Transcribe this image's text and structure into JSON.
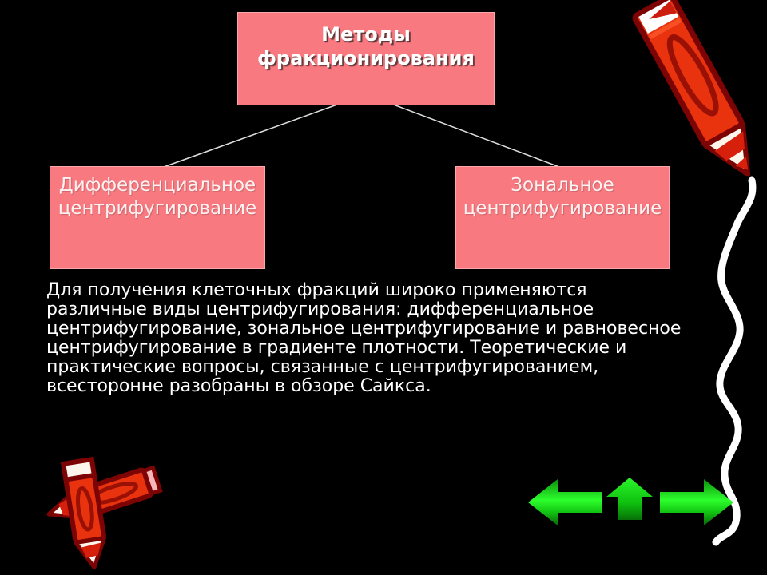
{
  "slide": {
    "kind": "presentation-slide",
    "background_color": "#000000",
    "diagram": {
      "root_box": {
        "label": "Методы\nфракционирования"
      },
      "left_box": {
        "label": "Дифференциальное\nцентрифугирование"
      },
      "right_box": {
        "label": "Зональное\nцентрифугирование"
      },
      "box_fill_color": "#f8797f",
      "box_text_color": "#ffffff",
      "connector_color": "#dcdcdc"
    },
    "paragraph": {
      "lines": [
        "Для получения клеточных фракций широко применяются",
        "различные виды центрифугирования: дифференциальное",
        "центрифугирование, зональное центрифугирование и равновесное",
        "центрифугирование в градиенте плотности. Теоретические и",
        "практические вопросы, связанные с центрифугированием,",
        "всесторонне разобраны в обзоре Сайкса."
      ],
      "text_color": "#ffffff"
    },
    "navigation": {
      "arrows": [
        "back",
        "up",
        "forward"
      ],
      "arrow_color_bright": "#2dff2d",
      "arrow_color_dark": "#076807"
    },
    "decorations": [
      "red-crayon-top-right",
      "white-scribble-line",
      "crossed-red-crayons-bottom-left"
    ],
    "decoration_colors": {
      "crayon_body": "#e8330e",
      "crayon_outline": "#7c0404",
      "scribble": "#ffffff"
    }
  }
}
